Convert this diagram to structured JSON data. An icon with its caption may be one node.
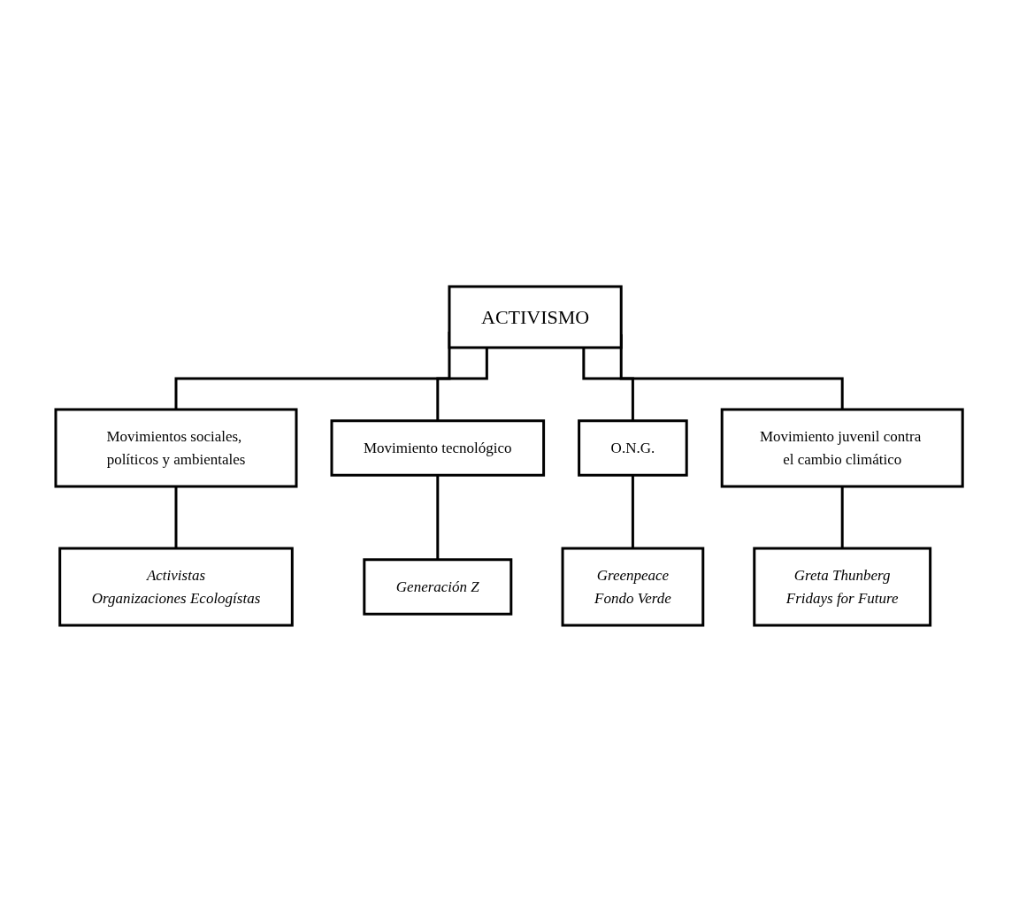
{
  "diagram": {
    "nodes": [
      {
        "text": [
          "ACTIVISMO"
        ]
      },
      {
        "text": [
          "Movimientos sociales, políticos y ambientales"
        ]
      },
      {
        "text": [
          "Movimiento tecnológico"
        ]
      },
      {
        "text": [
          "Activistas",
          "Organizaciones Ecologístas"
        ]
      },
      {
        "text": [
          "Generación Z"
        ]
      },
      {
        "text": [
          "O.N.G."
        ]
      },
      {
        "text": [
          "Movimiento juvenil contra el cambio climático"
        ]
      },
      {
        "text": [
          "Greenpeace",
          "Fondo Verde"
        ]
      },
      {
        "text": [
          "Greta Thunberg",
          "Fridays for Future"
        ]
      }
    ],
    "edges": [
      {
        "from": 0,
        "to": 1,
        "arrow": "none"
      },
      {
        "from": 0,
        "to": 2,
        "arrow": "none"
      },
      {
        "from": 0,
        "to": 5,
        "arrow": "none"
      },
      {
        "from": 0,
        "to": 6,
        "arrow": "none"
      },
      {
        "from": 1,
        "to": 3,
        "arrow": "none"
      },
      {
        "from": 2,
        "to": 4,
        "arrow": "none"
      },
      {
        "from": 5,
        "to": 7,
        "arrow": "none"
      },
      {
        "from": 6,
        "to": 8,
        "arrow": "none"
      }
    ]
  }
}
